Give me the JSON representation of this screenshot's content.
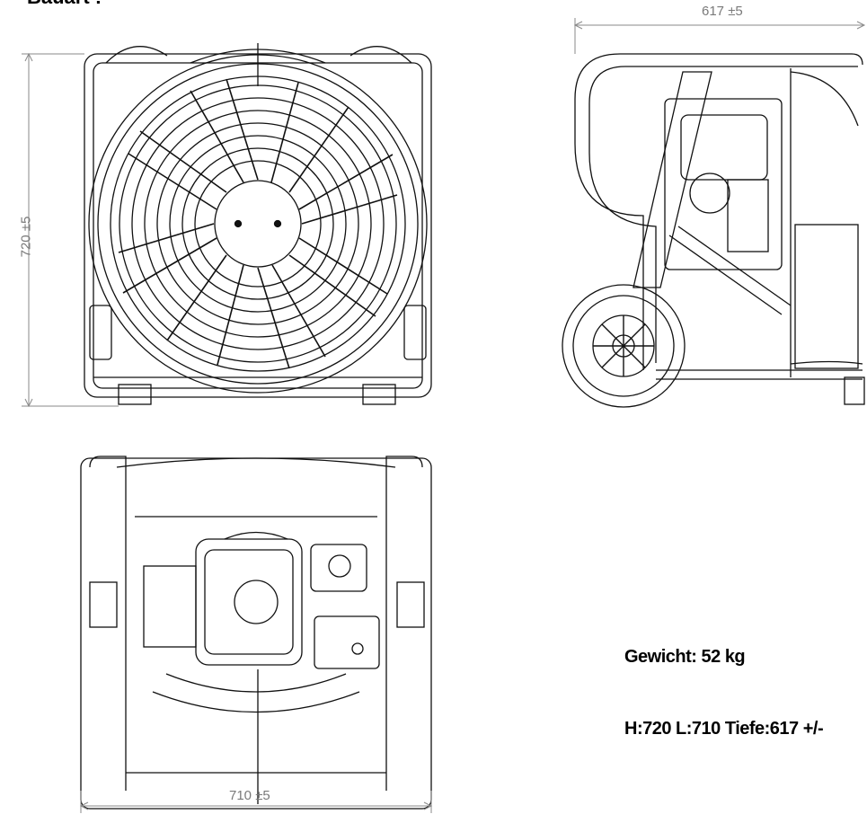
{
  "heading": "Bauart :",
  "dimensions": {
    "depth": "617 ±5",
    "height": "720 ±5",
    "length": "710 ±5"
  },
  "specs": {
    "weight": "Gewicht: 52 kg",
    "size": "H:720  L:710  Tiefe:617  +/-"
  }
}
